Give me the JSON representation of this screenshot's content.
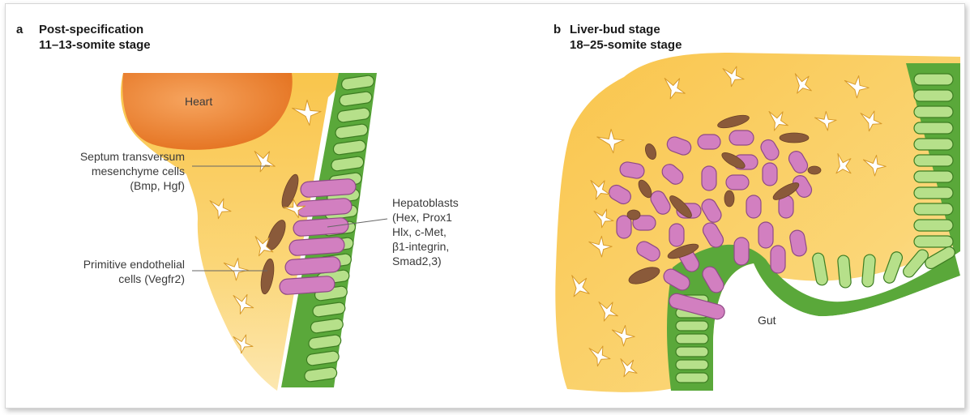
{
  "panel_a": {
    "letter": "a",
    "title_line1": "Post-specification",
    "title_line2": "11–13-somite stage",
    "heart_label": "Heart",
    "septum_line1": "Septum transversum",
    "septum_line2": "mesenchyme cells",
    "septum_line3": "(Bmp, Hgf)",
    "endo_line1": "Primitive endothelial",
    "endo_line2": "cells (Vegfr2)",
    "hep_line1": "Hepatoblasts",
    "hep_line2": "(Hex, Prox1",
    "hep_line3": "Hlx, c-Met,",
    "hep_line4": "β1-integrin,",
    "hep_line5": "Smad2,3)"
  },
  "panel_b": {
    "letter": "b",
    "title_line1": "Liver-bud stage",
    "title_line2": "18–25-somite stage",
    "gut_label": "Gut"
  },
  "colors": {
    "mesenchyme": "#f8c95a",
    "heart": "#ec7c2a",
    "epithelium": "#5aa83a",
    "epithelium_cell": "#b6e08a",
    "hepatoblast": "#d27fc0",
    "endothelial": "#8a5a3a"
  }
}
